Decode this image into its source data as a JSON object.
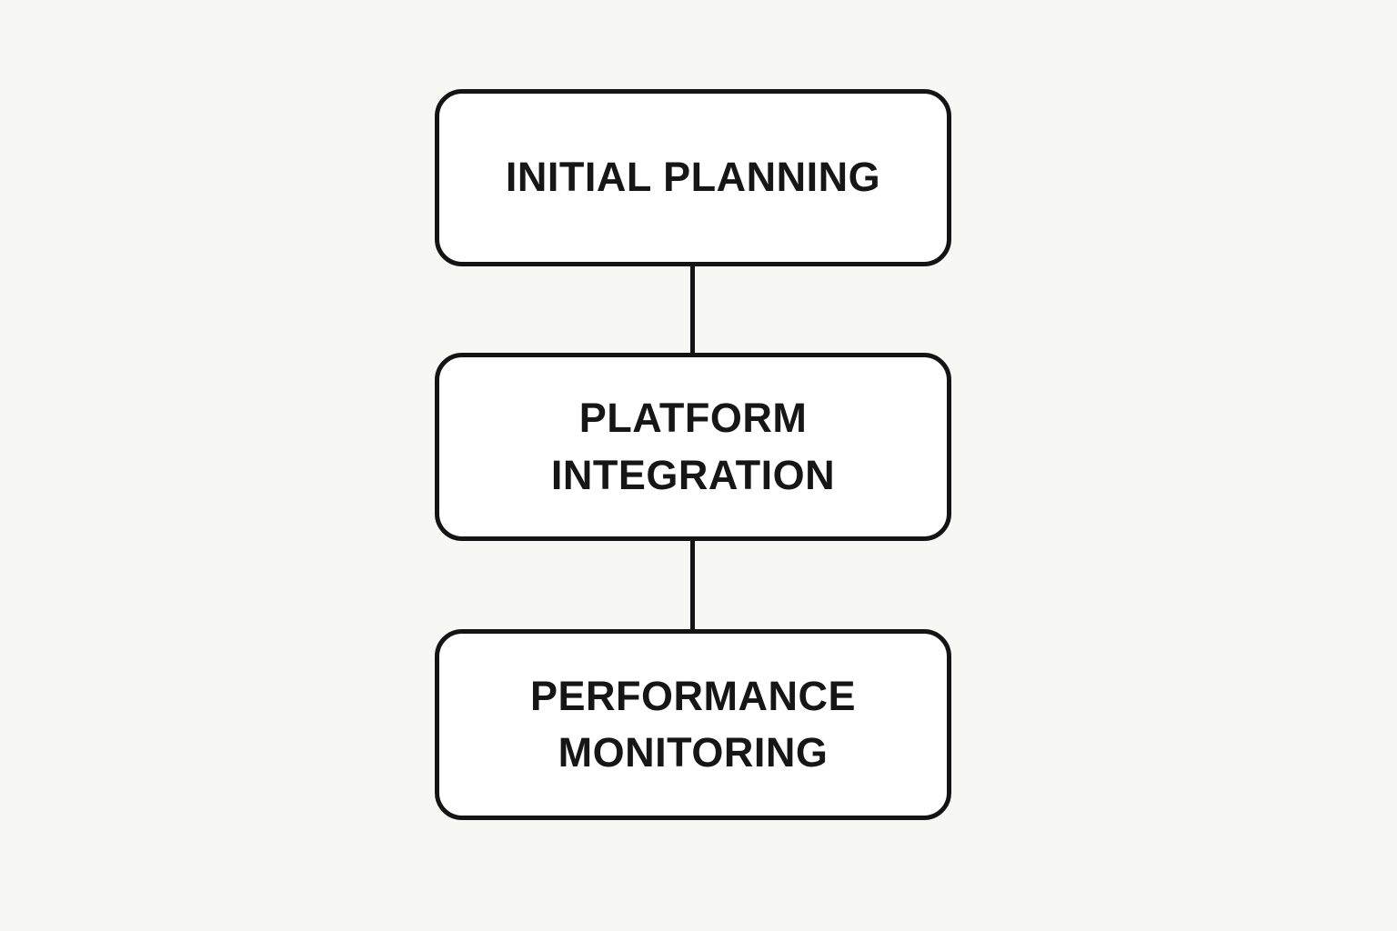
{
  "diagram": {
    "type": "flowchart",
    "direction": "top-down",
    "background_color": "#f7f7f4",
    "node_fill_color": "#ffffff",
    "node_border_color": "#141414",
    "text_color": "#161616",
    "nodes": [
      {
        "id": "initial-planning",
        "label": "INITIAL PLANNING"
      },
      {
        "id": "platform-integration",
        "label": "PLATFORM INTEGRATION"
      },
      {
        "id": "performance-monitoring",
        "label": "PERFORMANCE MONITORING"
      }
    ],
    "edges": [
      {
        "from": "initial-planning",
        "to": "platform-integration"
      },
      {
        "from": "platform-integration",
        "to": "performance-monitoring"
      }
    ]
  }
}
